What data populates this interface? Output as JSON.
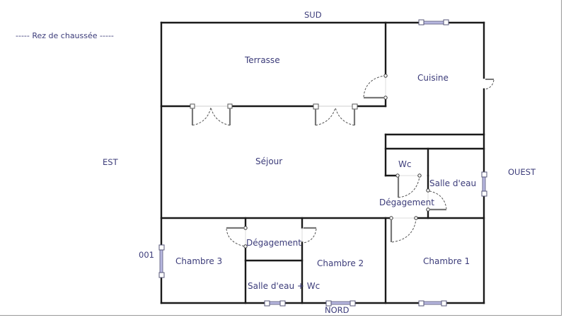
{
  "title": {
    "dashes_left": "-----",
    "label": "Rez de chaussée",
    "dashes_right": "-----"
  },
  "orientation": {
    "north": "NORD",
    "south": "SUD",
    "east": "EST",
    "west": "OUEST"
  },
  "rooms": {
    "terrasse": "Terrasse",
    "cuisine": "Cuisine",
    "sejour": "Séjour",
    "wc": "Wc",
    "salle_deau": "Salle d'eau",
    "degagement_east": "Dégagement",
    "degagement_center": "Dégagement",
    "chambre_3": "Chambre 3",
    "chambre_2": "Chambre 2",
    "chambre_1": "Chambre 1",
    "salle_deau_wc": "Salle d'eau + Wc"
  },
  "markers": {
    "window_id": "001"
  },
  "colors": {
    "wall": "#1a1a1a",
    "text": "#3c3c7a",
    "window": "#b8b8e0",
    "window_outline": "#555577",
    "door_swing": "#555555",
    "frame": "#9a9a9a"
  }
}
